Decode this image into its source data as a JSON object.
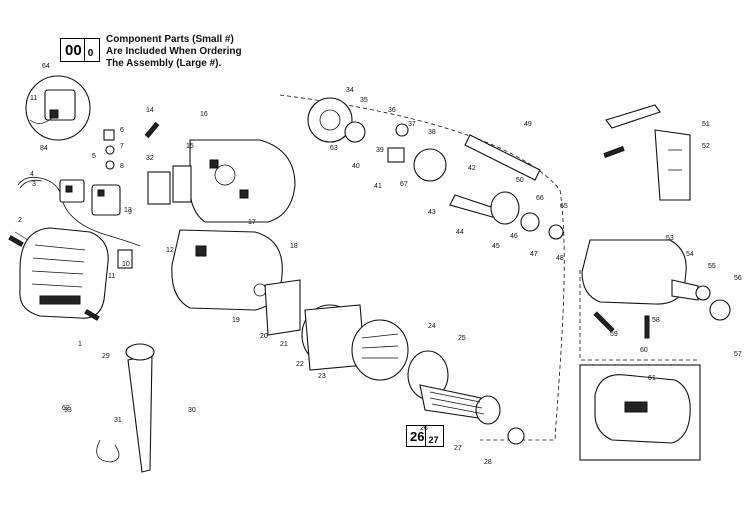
{
  "legend": {
    "box_large": "00",
    "box_small": "0",
    "line1": "Component Parts (Small #)",
    "line2": "Are Included When Ordering",
    "line3": "The Assembly (Large #)."
  },
  "callout_box": {
    "large": "26",
    "small": "27"
  },
  "labels": [
    "64",
    "11",
    "84",
    "6",
    "7",
    "8",
    "5",
    "4",
    "3",
    "2",
    "1",
    "9",
    "10",
    "11",
    "12",
    "13",
    "14",
    "15",
    "16",
    "17",
    "18",
    "19",
    "20",
    "21",
    "22",
    "23",
    "24",
    "25",
    "26",
    "27",
    "28",
    "29",
    "30",
    "31",
    "32",
    "33",
    "34",
    "35",
    "36",
    "37",
    "38",
    "39",
    "40",
    "41",
    "42",
    "43",
    "44",
    "45",
    "46",
    "47",
    "48",
    "49",
    "50",
    "51",
    "52",
    "53",
    "54",
    "55",
    "56",
    "57",
    "58",
    "59",
    "60",
    "61",
    "62",
    "63",
    "65",
    "66",
    "67"
  ]
}
